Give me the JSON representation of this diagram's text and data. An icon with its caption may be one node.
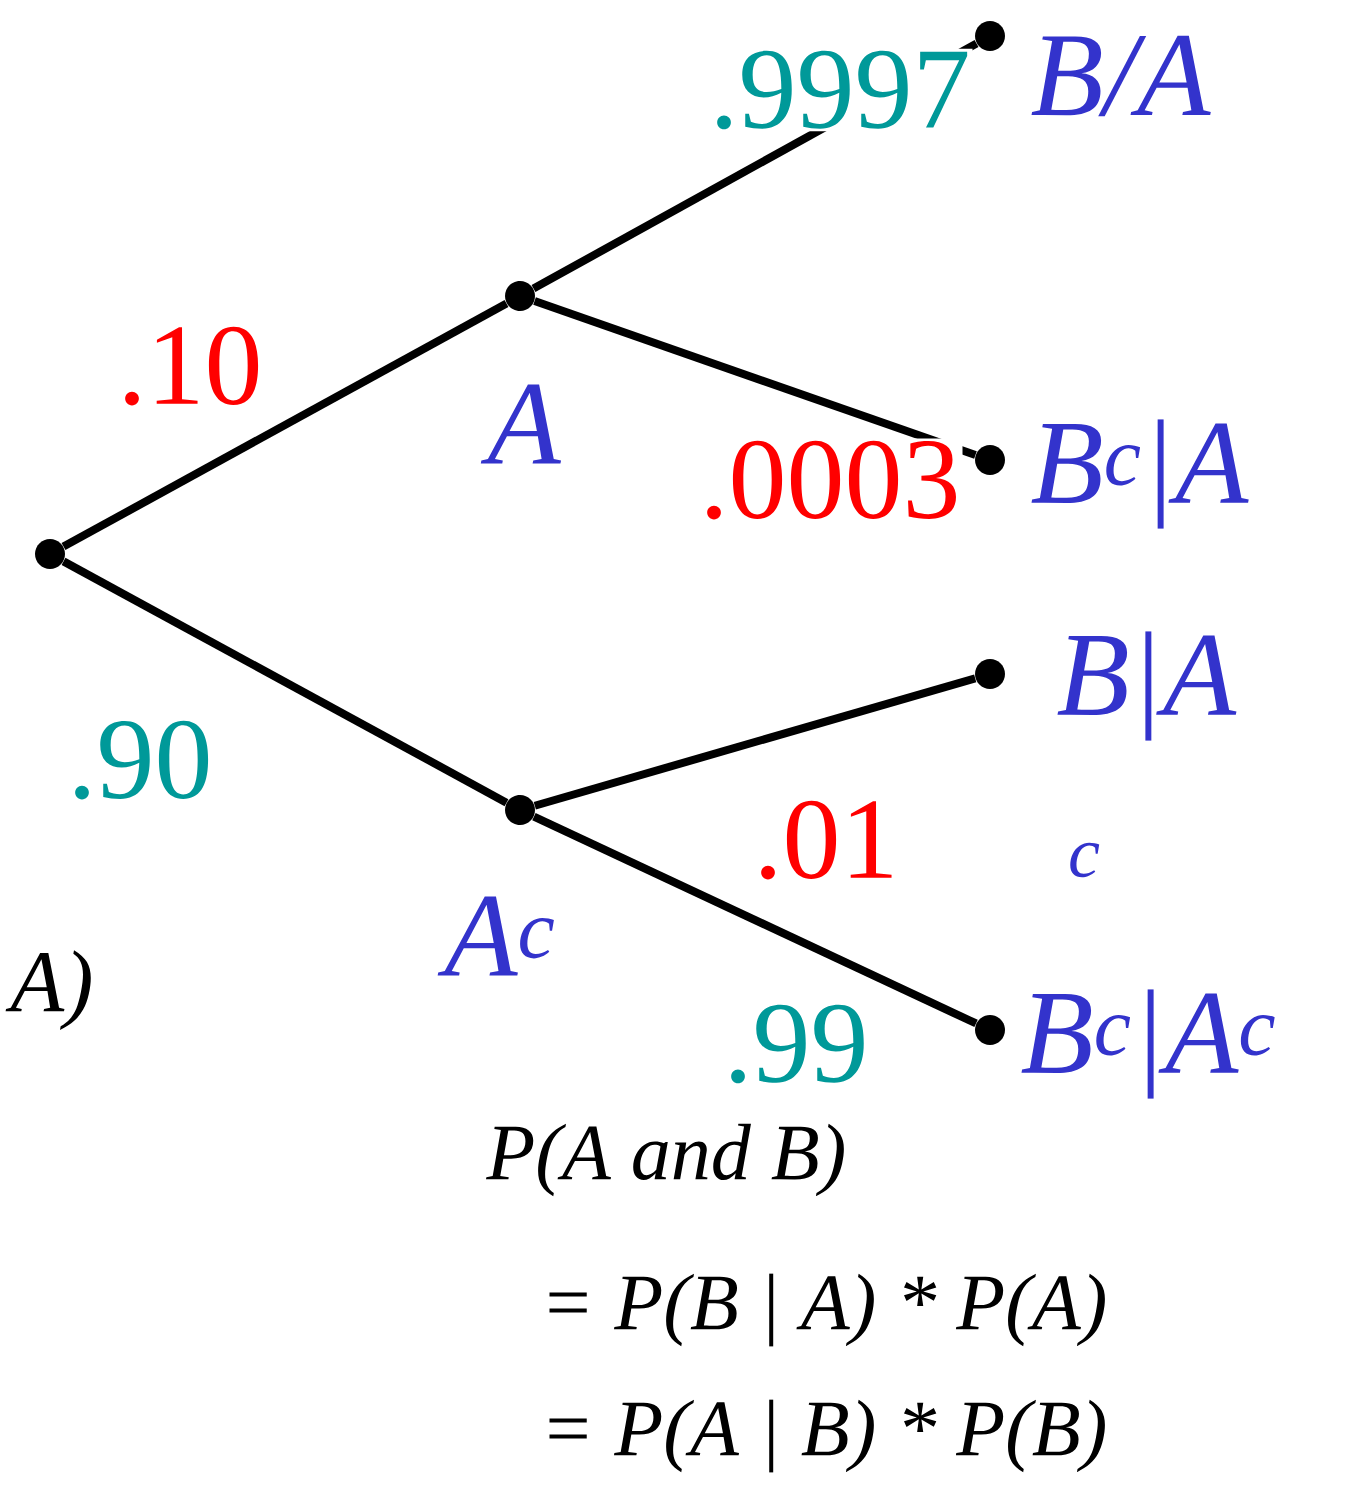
{
  "diagram": {
    "nodes": [
      {
        "text": [],
        "shape": "circle"
      },
      {
        "text": [],
        "shape": "circle",
        "beside": [
          "A"
        ]
      },
      {
        "text": [],
        "shape": "circle",
        "beside": [
          "A$^{c}$"
        ]
      },
      {
        "text": [],
        "shape": "circle",
        "beside": [
          "B/A"
        ]
      },
      {
        "text": [],
        "shape": "circle",
        "beside": [
          "B$^{c}$|A"
        ]
      },
      {
        "text": [],
        "shape": "circle",
        "beside": [
          "B|A",
          "c"
        ]
      },
      {
        "text": [],
        "shape": "circle",
        "beside": [
          "B$^{c}$|A$^{c}$"
        ]
      }
    ],
    "edges": [
      {
        "from": 0,
        "to": 1,
        "arrow": "none",
        "label": ".10"
      },
      {
        "from": 0,
        "to": 2,
        "arrow": "none",
        "label": ".90"
      },
      {
        "from": 1,
        "to": 3,
        "arrow": "none",
        "label": ".9997"
      },
      {
        "from": 1,
        "to": 4,
        "arrow": "none",
        "label": ".0003"
      },
      {
        "from": 2,
        "to": 5,
        "arrow": "none",
        "label": ".01"
      },
      {
        "from": 2,
        "to": 6,
        "arrow": "none",
        "label": ".99"
      }
    ],
    "labels": [
      "A)",
      "P(A and B)",
      "= P(B | A) * P(A)",
      "= P(A | B) * P(B)"
    ]
  }
}
